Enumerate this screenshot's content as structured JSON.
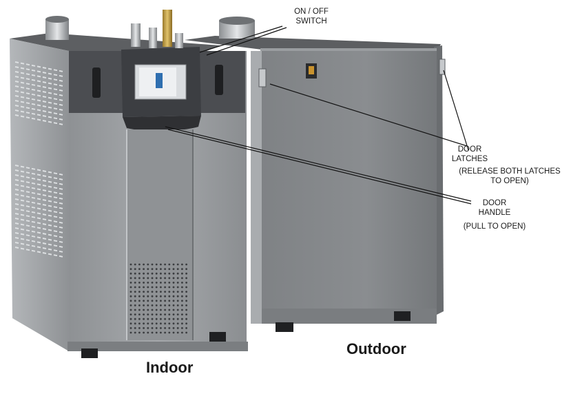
{
  "callouts": {
    "switch": {
      "line1": "ON /  OFF",
      "line2": "SWITCH"
    },
    "latches": {
      "line1": "DOOR",
      "line2": "LATCHES",
      "note1": "(RELEASE BOTH LATCHES",
      "note2": "TO OPEN)"
    },
    "handle": {
      "line1": "DOOR",
      "line2": "HANDLE",
      "note": "(PULL TO OPEN)"
    }
  },
  "captions": {
    "indoor": "Indoor",
    "outdoor": "Outdoor"
  },
  "colors": {
    "indoor_body": "#9ea1a4",
    "indoor_body_dark": "#7d8084",
    "panel_dark": "#4a4c50",
    "outdoor_body": "#85888b",
    "outdoor_top": "#5a5c5f",
    "screen_frame": "#d9dcdf",
    "screen_accent": "#2f6fb0"
  }
}
